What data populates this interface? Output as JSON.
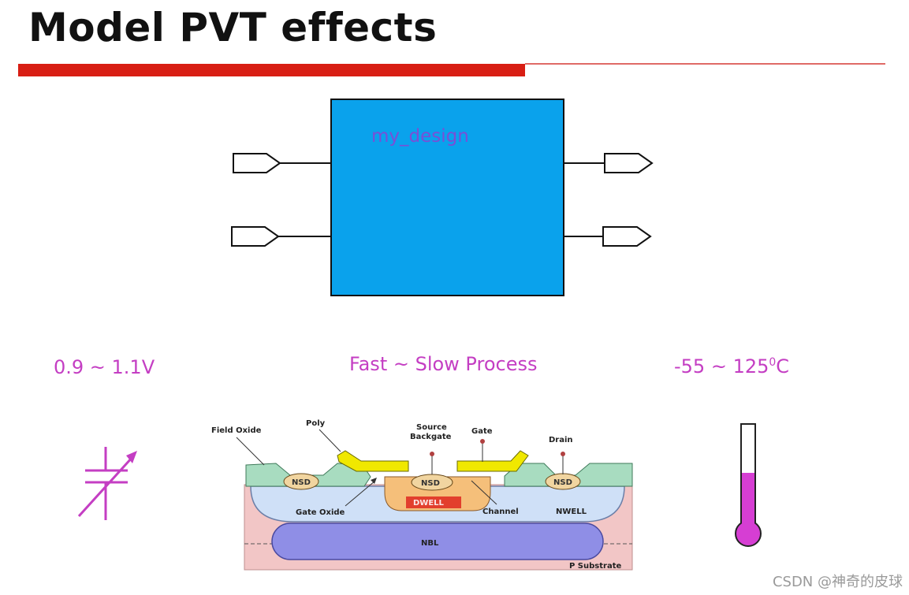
{
  "slide": {
    "title": "Model PVT effects"
  },
  "design_block": {
    "name": "my_design",
    "fill": "#0aa2ec"
  },
  "labels": {
    "voltage": "0.9 ~ 1.1V",
    "process": "Fast ~ Slow Process",
    "temperature_prefix": "-55 ~ 125",
    "temperature_sup": "0",
    "temperature_unit": "C"
  },
  "cross_section": {
    "field_oxide": "Field Oxide",
    "poly": "Poly",
    "source_backgate": [
      "Source",
      "Backgate"
    ],
    "gate": "Gate",
    "drain": "Drain",
    "nsd": "NSD",
    "dwell": "DWELL",
    "gate_oxide": "Gate Oxide",
    "channel": "Channel",
    "nwell": "NWELL",
    "nbl": "NBL",
    "p_substrate": "P Substrate"
  },
  "icons": [
    "variable-capacitor-icon",
    "thermometer-icon"
  ],
  "colors": {
    "accent_red": "#d81e14",
    "label_magenta": "#c43ec3",
    "thermometer_fill": "#d63ed3"
  },
  "watermark": "CSDN @神奇的皮球"
}
